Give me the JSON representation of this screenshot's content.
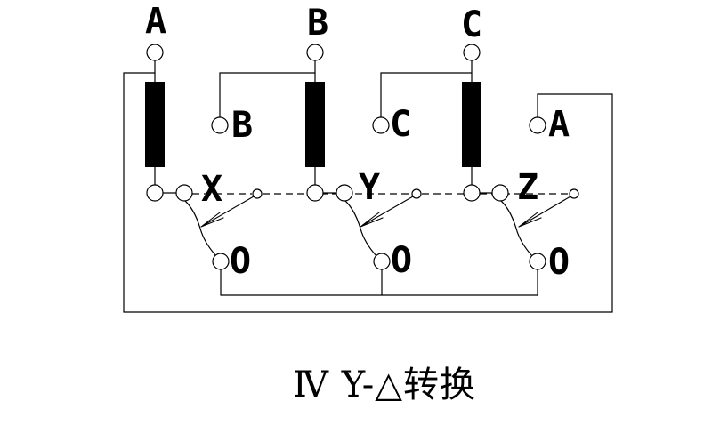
{
  "colors": {
    "ink": "#000000",
    "background": "#ffffff",
    "winding_fill": "#000000"
  },
  "labels": {
    "phase_a_top": "A",
    "phase_b_top": "B",
    "phase_c_top": "C",
    "secondary_b": "B",
    "secondary_c": "C",
    "secondary_a": "A",
    "winding_end_x": "X",
    "winding_end_y": "Y",
    "winding_end_z": "Z",
    "neutral_o1": "O",
    "neutral_o2": "O",
    "neutral_o3": "O"
  },
  "caption": "Ⅳ Y-△转换"
}
